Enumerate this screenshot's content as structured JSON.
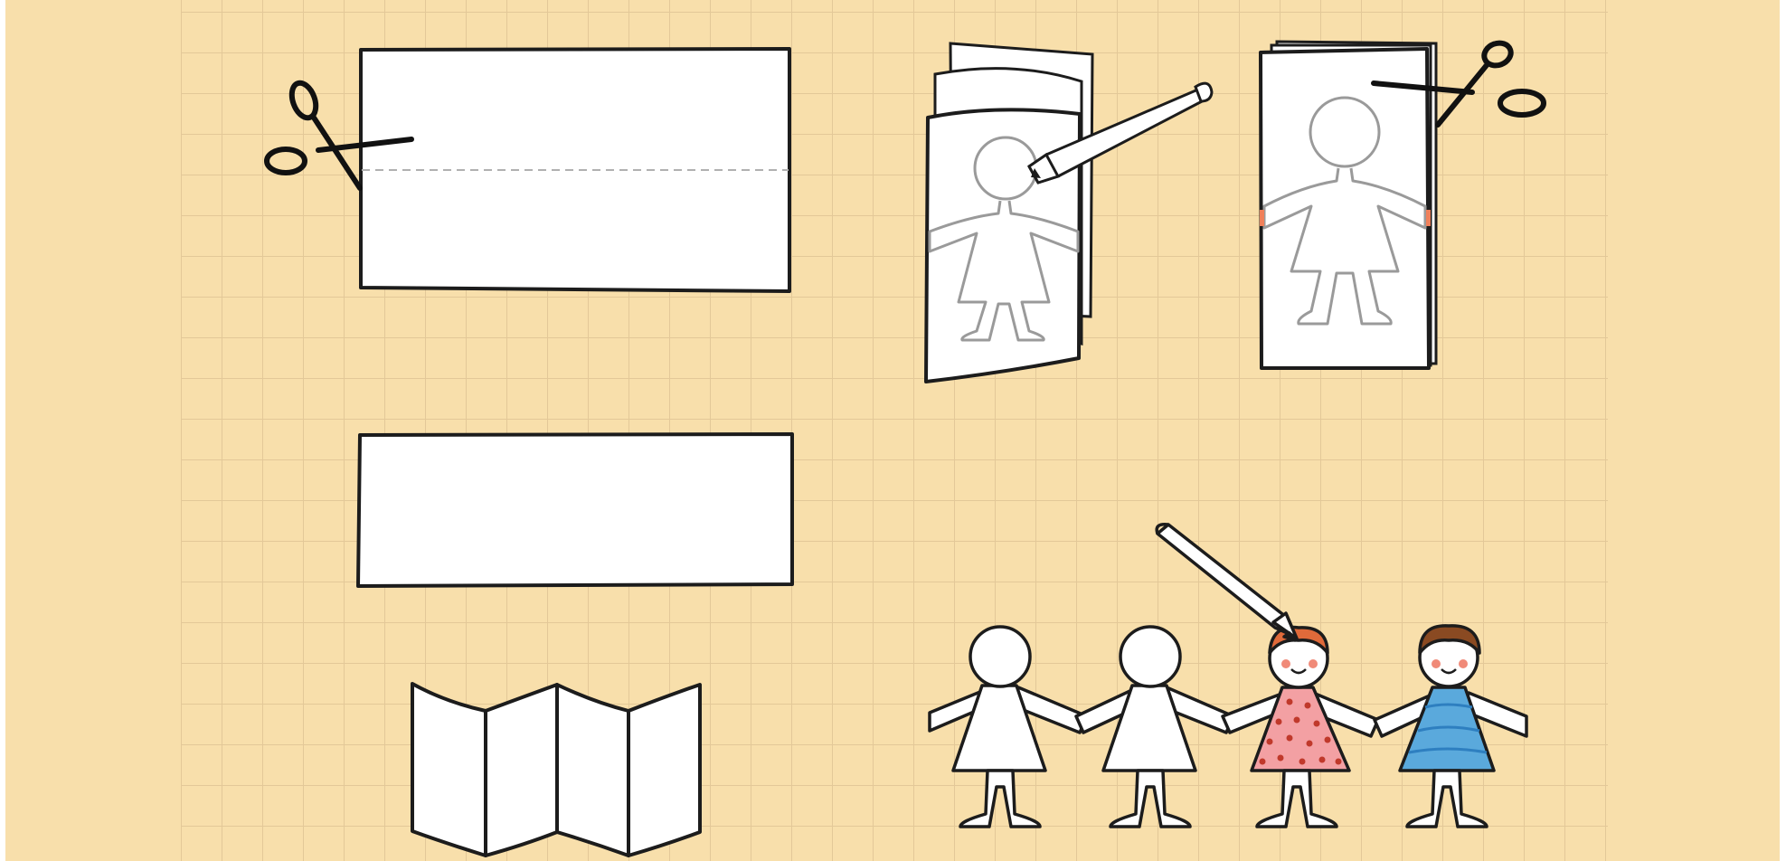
{
  "illustration": {
    "colors": {
      "background": "#f8dfab",
      "grid": "#e3c898",
      "paper": "#ffffff",
      "ink": "#1c1c1c",
      "guide": "#9a9a9a",
      "cut_mark": "#f0805a",
      "cheek": "#f08a78",
      "hair_red": "#e06a3a",
      "hair_brown": "#8a4a22",
      "dress_pink": "#f3a0a3",
      "dots": "#c0392b",
      "dress_blue": "#5aa9dc",
      "stripes": "#2e7fc0"
    },
    "steps": [
      {
        "name": "cut-rectangle",
        "icon": "scissors-icon"
      },
      {
        "name": "paper-strip"
      },
      {
        "name": "accordion-fold"
      },
      {
        "name": "draw-figure",
        "icon": "pencil-icon"
      },
      {
        "name": "cut-out-figure",
        "icon": "scissors-icon"
      },
      {
        "name": "paper-doll-chain",
        "icon": "pencil-icon"
      }
    ]
  }
}
